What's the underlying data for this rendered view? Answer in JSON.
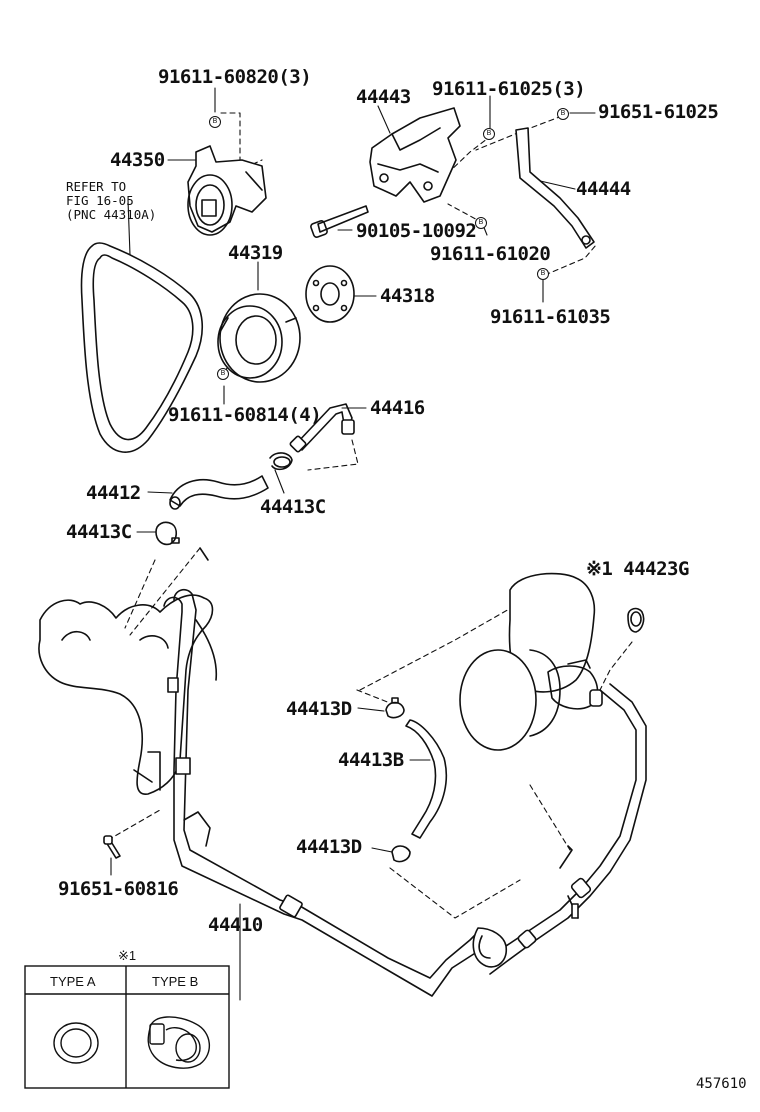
{
  "parts": {
    "p_91611_60820": "91611-60820(3)",
    "p_44443": "44443",
    "p_91611_61025": "91611-61025(3)",
    "p_91651_61025": "91651-61025",
    "p_44350": "44350",
    "p_44444": "44444",
    "p_90105_10092": "90105-10092",
    "p_91611_61020": "91611-61020",
    "p_44319": "44319",
    "p_44318": "44318",
    "p_91611_61035": "91611-61035",
    "p_91611_60814": "91611-60814(4)",
    "p_44416": "44416",
    "p_44412": "44412",
    "p_44413C_a": "44413C",
    "p_44413C_b": "44413C",
    "p_44423G": "※1 44423G",
    "p_44413D_a": "44413D",
    "p_44413B": "44413B",
    "p_44413D_b": "44413D",
    "p_91651_60816": "91651-60816",
    "p_44410": "44410"
  },
  "refer": {
    "line1": "REFER TO",
    "line2": "FIG 16-05",
    "line3": "(PNC 44310A)"
  },
  "bolt_marker": "B",
  "legend": {
    "note": "※1",
    "type_a": "TYPE A",
    "type_b": "TYPE B"
  },
  "figure_number": "457610"
}
